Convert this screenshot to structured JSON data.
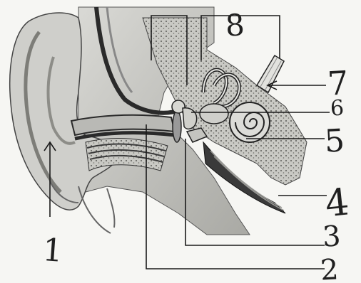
{
  "diagram": {
    "labels": {
      "n1": "1",
      "n2": "2",
      "n3": "3",
      "n4": "4",
      "n5": "5",
      "n6": "6",
      "n7": "7",
      "n8": "8"
    }
  }
}
